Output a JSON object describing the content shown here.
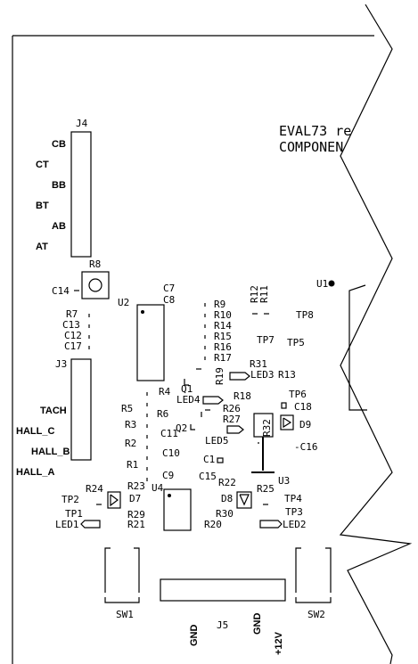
{
  "board": {
    "title_line1": "EVAL73 re",
    "title_line2": "COMPONEN"
  },
  "connector_labels": {
    "j4_pins": [
      "CB",
      "CT",
      "BB",
      "BT",
      "AB",
      "AT"
    ],
    "j3_pins": [
      "TACH",
      "HALL_C",
      "HALL_B",
      "HALL_A"
    ],
    "j5_pins": [
      "GND",
      "GND",
      "+12V"
    ]
  },
  "designators": {
    "J4": "J4",
    "J3": "J3",
    "J5": "J5",
    "R8": "R8",
    "C14": "C14",
    "U2": "U2",
    "C7": "C7",
    "C8": "C8",
    "R7": "R7",
    "C13": "C13",
    "C12": "C12",
    "C17": "C17",
    "R9": "R9",
    "R10": "R10",
    "R14": "R14",
    "R15": "R15",
    "R16": "R16",
    "R17": "R17",
    "R12": "R12",
    "R11": "R11",
    "U1": "U1",
    "TP8": "TP8",
    "TP7": "TP7",
    "TP5": "TP5",
    "R31": "R31",
    "LED3": "LED3",
    "R13": "R13",
    "R19": "R19",
    "Q1": "Q1",
    "LED4": "LED4",
    "R4": "R4",
    "R5": "R5",
    "R3": "R3",
    "R6": "R6",
    "R2": "R2",
    "R1": "R1",
    "R26": "R26",
    "R18": "R18",
    "TP6": "TP6",
    "C18": "C18",
    "R27": "R27",
    "R32": "R32",
    "D9": "D9",
    "C11": "C11",
    "Q2": "Q2",
    "LED5": "LED5",
    "C16": "-C16",
    "C10": "C10",
    "C1": "C1",
    "C9": "C9",
    "C15": "C15",
    "R22": "R22",
    "U3": "U3",
    "U4": "U4",
    "R24": "R24",
    "R23": "R23",
    "TP2": "TP2",
    "D7": "D7",
    "TP1": "TP1",
    "LED1": "LED1",
    "R29": "R29",
    "R21": "R21",
    "D8": "D8",
    "R25": "R25",
    "TP4": "TP4",
    "R30": "R30",
    "TP3": "TP3",
    "R20": "R20",
    "LED2": "LED2",
    "SW1": "SW1",
    "SW2": "SW2"
  }
}
